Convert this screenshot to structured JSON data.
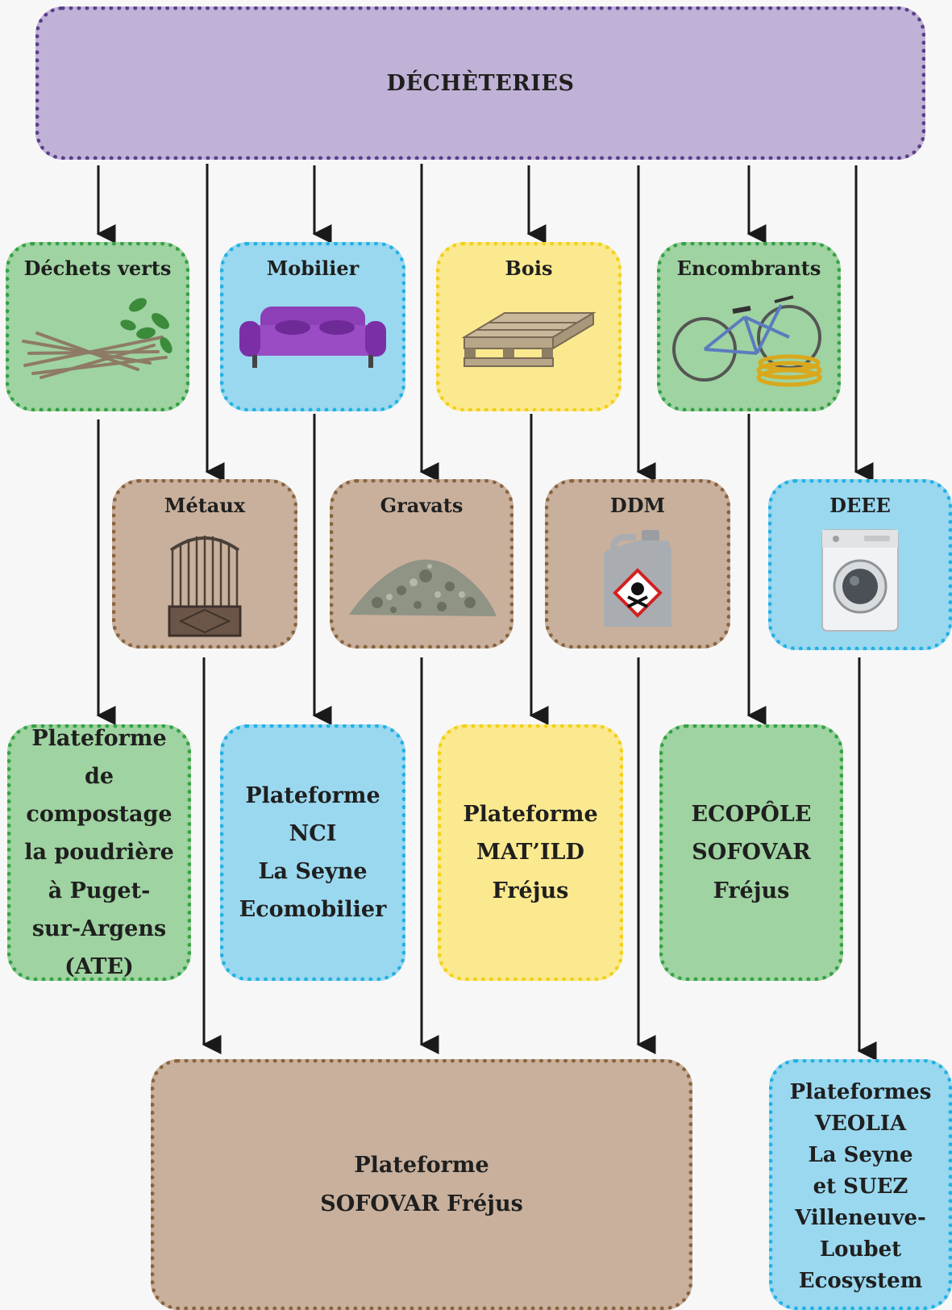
{
  "header": {
    "title": "DÉCHÈTERIES"
  },
  "categories": {
    "dechets_verts": {
      "label": "Déchets verts",
      "icon": "branches-icon"
    },
    "mobilier": {
      "label": "Mobilier",
      "icon": "sofa-icon"
    },
    "bois": {
      "label": "Bois",
      "icon": "pallet-icon"
    },
    "encombrants": {
      "label": "Encombrants",
      "icon": "bicycle-icon"
    },
    "metaux": {
      "label": "Métaux",
      "icon": "gate-icon"
    },
    "gravats": {
      "label": "Gravats",
      "icon": "rubble-icon"
    },
    "ddm": {
      "label": "DDM",
      "icon": "toxic-canister-icon"
    },
    "deee": {
      "label": "DEEE",
      "icon": "washing-machine-icon"
    }
  },
  "destinations": {
    "compostage": [
      "Plateforme",
      "de",
      "compostage",
      "la poudrière",
      "à Puget-",
      "sur-Argens",
      "(ATE)"
    ],
    "nci": [
      "Plateforme",
      "NCI",
      "La Seyne",
      "Ecomobilier"
    ],
    "matild": [
      "Plateforme",
      "MAT’ILD",
      "Fréjus"
    ],
    "ecopole": [
      "ECOPÔLE",
      "SOFOVAR",
      "Fréjus"
    ],
    "sofovar": [
      "Plateforme",
      "SOFOVAR Fréjus"
    ],
    "veolia": [
      "Plateformes",
      "VEOLIA",
      "La Seyne",
      "et SUEZ",
      "Villeneuve-",
      "Loubet",
      "Ecosystem"
    ]
  },
  "colors": {
    "purple": "#c0b1d6",
    "green": "#9fd3a1",
    "blue": "#9ad8ef",
    "yellow": "#fbe98f",
    "brown": "#c8b09c",
    "arrow": "#1a1a1a"
  }
}
